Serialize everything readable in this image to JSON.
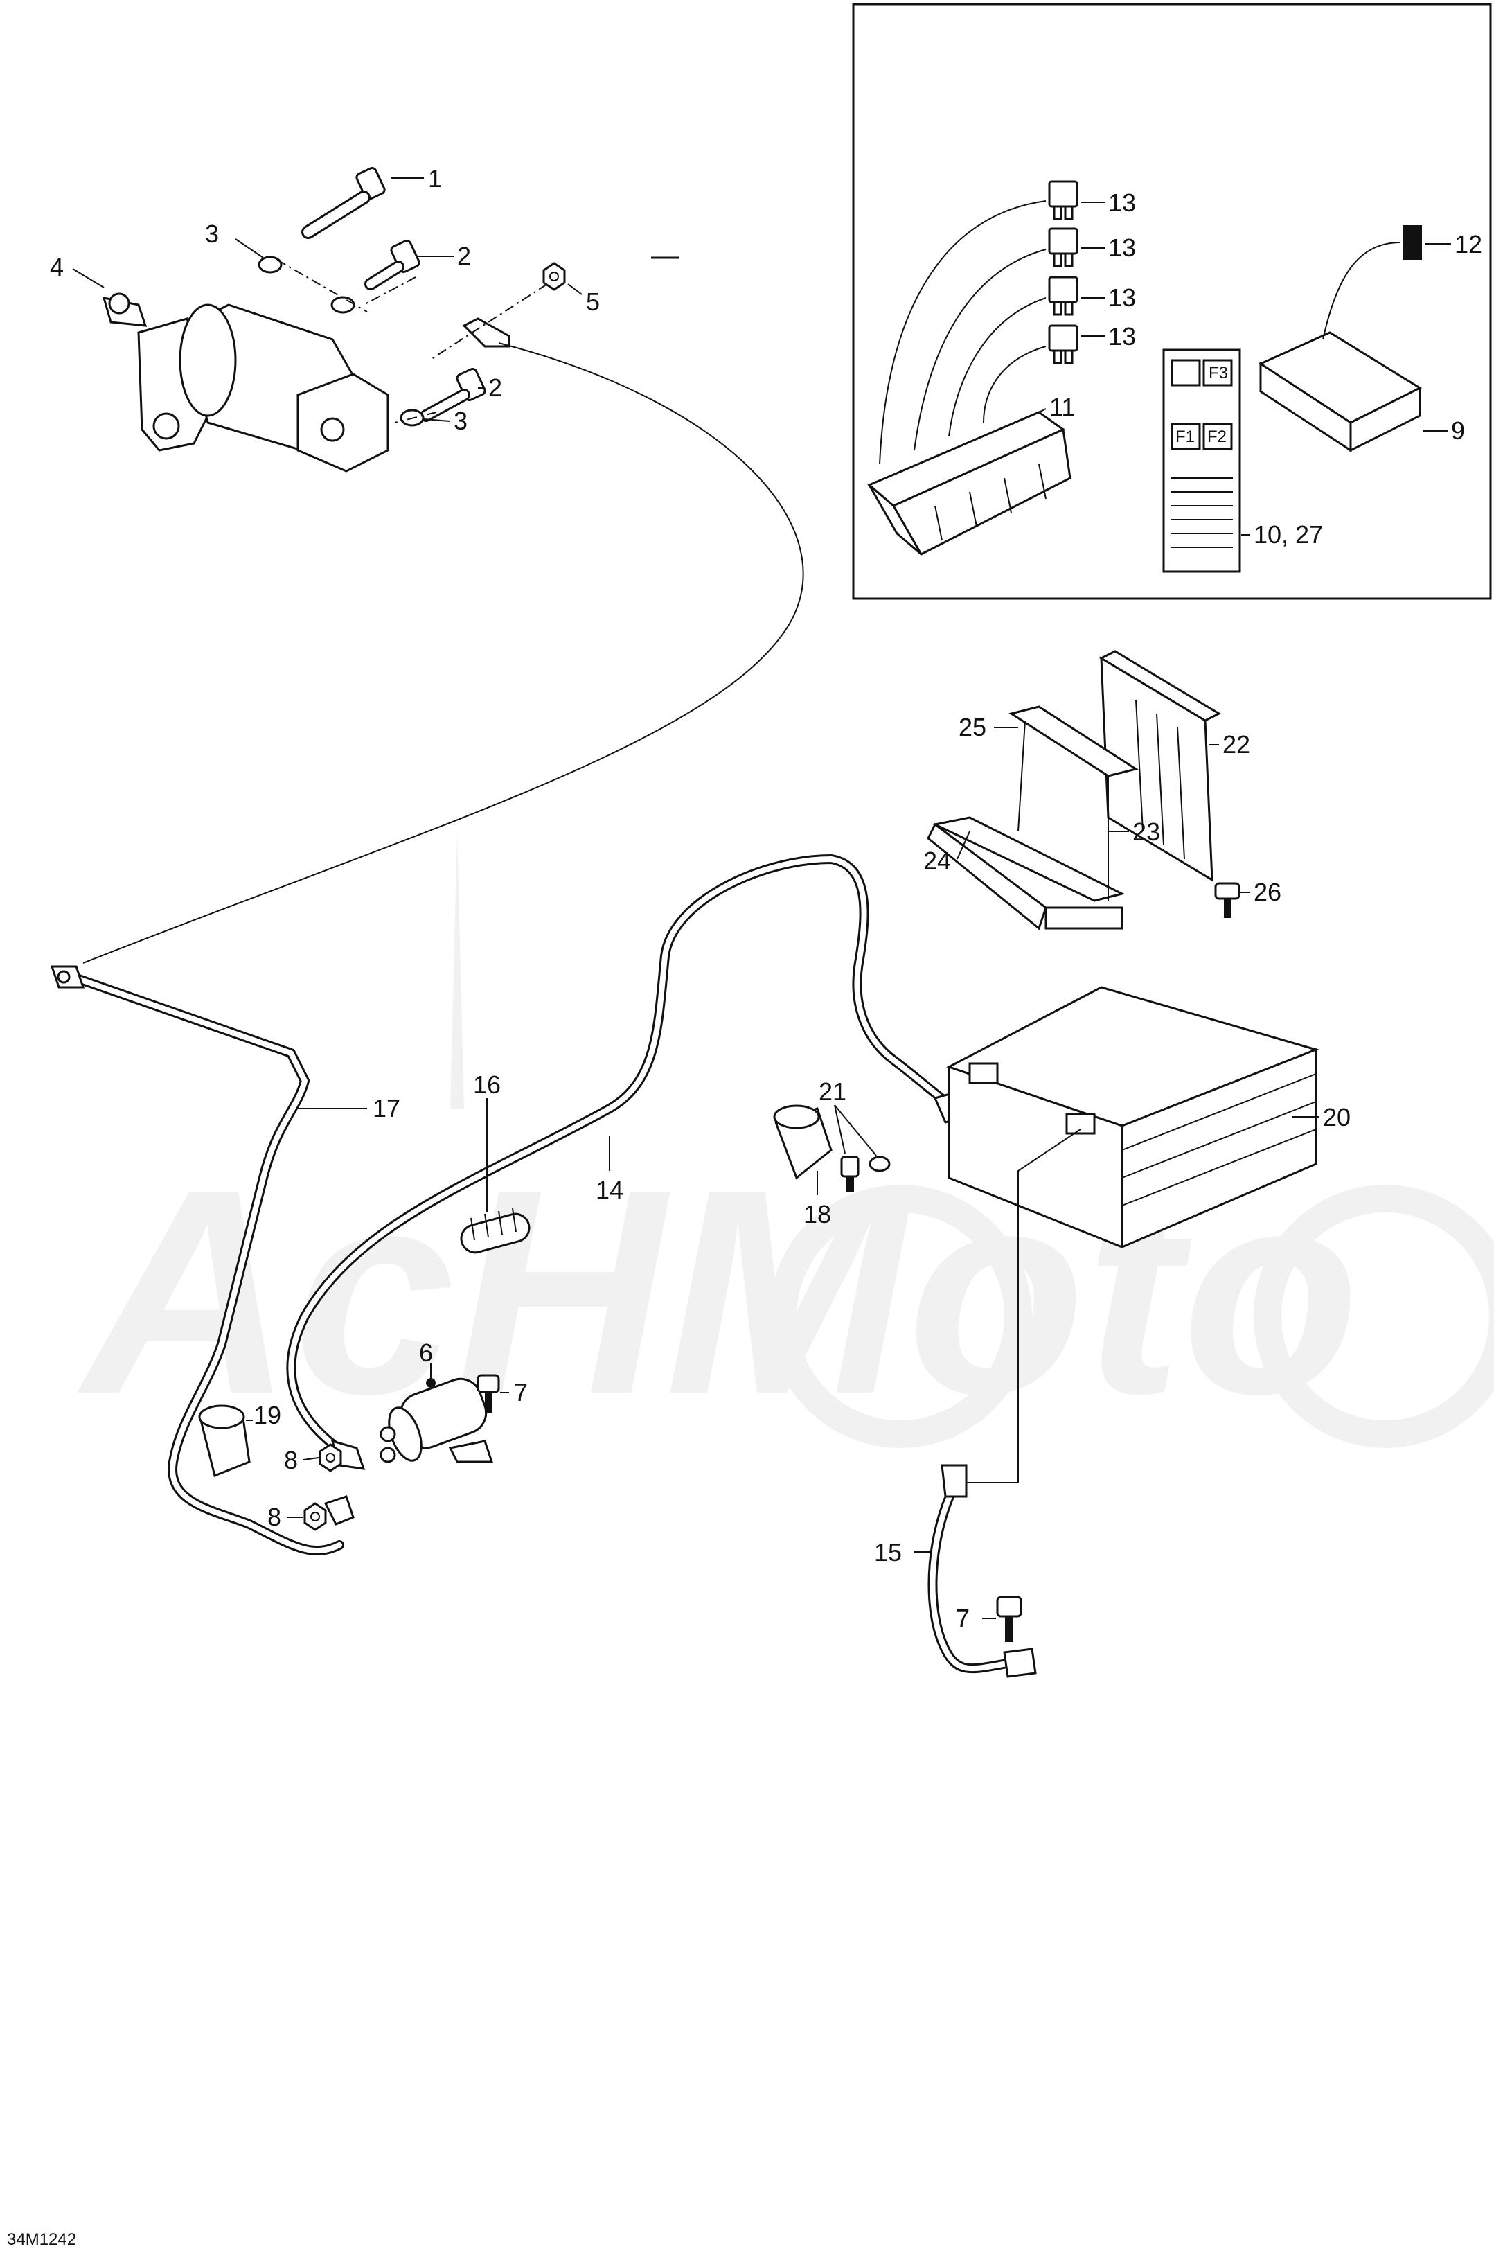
{
  "watermark": "AcHMoto",
  "drawing_code": "34M1242",
  "callouts": {
    "c1": "1",
    "c2a": "2",
    "c2b": "2",
    "c3a": "3",
    "c3b": "3",
    "c4": "4",
    "c5": "5",
    "c6": "6",
    "c7a": "7",
    "c7b": "7",
    "c8a": "8",
    "c8b": "8",
    "c9": "9",
    "c10": "10, 27",
    "c11": "11",
    "c12": "12",
    "c13a": "13",
    "c13b": "13",
    "c13c": "13",
    "c13d": "13",
    "c14": "14",
    "c15": "15",
    "c16": "16",
    "c17": "17",
    "c18": "18",
    "c19": "19",
    "c20": "20",
    "c21": "21",
    "c22": "22",
    "c23": "23",
    "c24": "24",
    "c25": "25",
    "c26": "26"
  },
  "fuse_label": {
    "f1": "F3",
    "f2": "F1",
    "f3": "F2"
  }
}
